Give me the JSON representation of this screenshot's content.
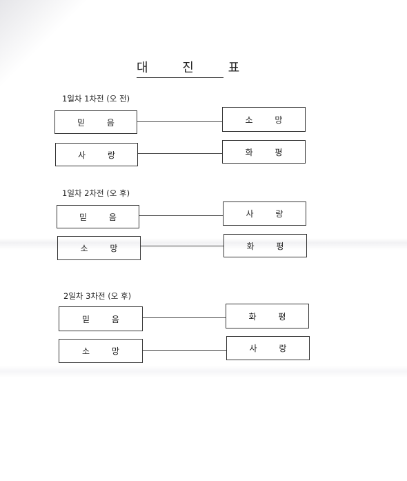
{
  "title": "대 진 표",
  "rounds": [
    {
      "label": "1일차 1차전 (오 전)",
      "matches": [
        {
          "left": "믿 음",
          "right": "소 망"
        },
        {
          "left": "사 랑",
          "right": "화 평"
        }
      ]
    },
    {
      "label": "1일차 2차전 (오 후)",
      "matches": [
        {
          "left": "믿 음",
          "right": "사 랑"
        },
        {
          "left": "소 망",
          "right": "화 평"
        }
      ]
    },
    {
      "label": "2일차 3차전 (오 후)",
      "matches": [
        {
          "left": "믿 음",
          "right": "화 평"
        },
        {
          "left": "소 망",
          "right": "사 랑"
        }
      ]
    }
  ]
}
